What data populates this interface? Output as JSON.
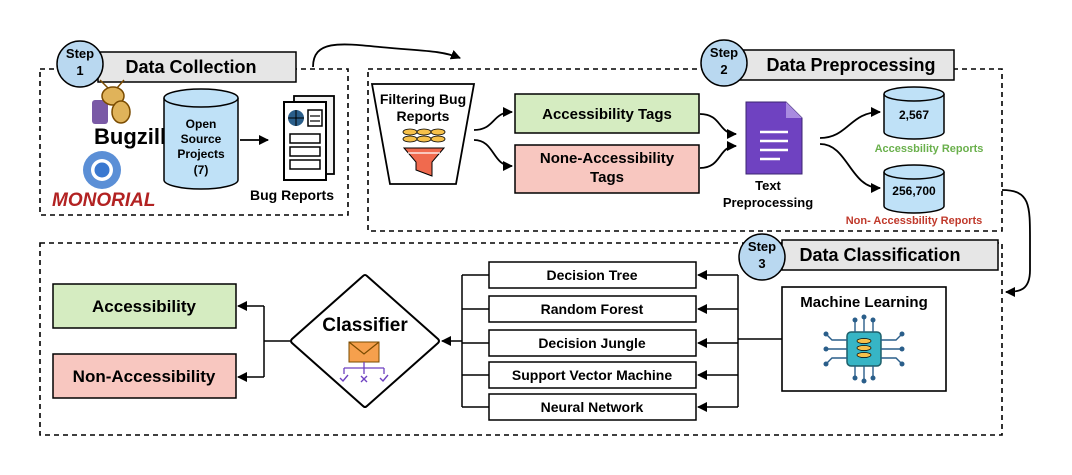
{
  "step1": {
    "badge_line1": "Step",
    "badge_line2": "1",
    "title": "Data Collection"
  },
  "step2": {
    "badge_line1": "Step",
    "badge_line2": "2",
    "title": "Data Preprocessing"
  },
  "step3": {
    "badge_line1": "Step",
    "badge_line2": "3",
    "title": "Data Classification"
  },
  "collection": {
    "bugzilla": "Bugzilla",
    "monorial": "MONORIAL",
    "db_line1": "Open",
    "db_line2": "Source",
    "db_line3": "Projects",
    "db_line4": "(7)",
    "bug_reports": "Bug Reports"
  },
  "preprocessing": {
    "filter_line1": "Filtering Bug",
    "filter_line2": "Reports",
    "tag_accessibility": "Accessibility Tags",
    "tag_none_line1": "None-Accessibility",
    "tag_none_line2": "Tags",
    "text_line1": "Text",
    "text_line2": "Preprocessing",
    "count_accessibility": "2,567",
    "count_non_accessibility": "256,700",
    "label_accessibility": "Accessbility Reports",
    "label_non_accessibility": "Non- Accessbility Reports"
  },
  "classification": {
    "machine_learning": "Machine Learning",
    "algorithms": [
      "Decision Tree",
      "Random Forest",
      "Decision Jungle",
      "Support Vector Machine",
      "Neural Network"
    ],
    "classifier": "Classifier",
    "out_accessibility": "Accessibility",
    "out_non_accessibility": "Non-Accessibility"
  },
  "colors": {
    "green_fill": "#d5ecc1",
    "red_fill": "#f8c7c0",
    "db_fill": "#bfe1f7",
    "step_badge": "#b9d8f0",
    "step_label": "#e6e6e6",
    "doc_purple": "#6f42c1",
    "green_text": "#6ab04c",
    "red_text": "#c0392b",
    "monorial_red": "#b22222"
  }
}
